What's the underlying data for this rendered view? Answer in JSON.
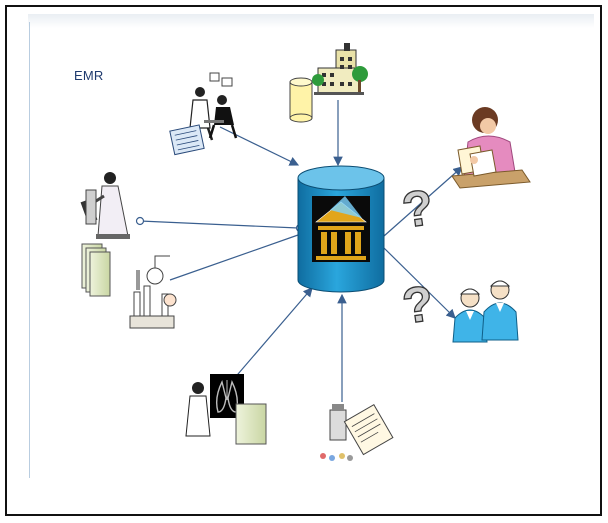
{
  "slide": {
    "title": "EMR"
  },
  "diagram": {
    "hub": {
      "icon": "database-institution-icon"
    },
    "nodes": [
      {
        "id": "clinic-consultation",
        "icon": "doctor-patient-icon"
      },
      {
        "id": "hospital-building",
        "icon": "hospital-building-icon"
      },
      {
        "id": "patient-at-desk",
        "icon": "person-reading-documents-icon",
        "unknown_marker": "?"
      },
      {
        "id": "physicians",
        "icon": "two-doctors-icon",
        "unknown_marker": "?"
      },
      {
        "id": "lab-researcher",
        "icon": "scientist-microscope-icon"
      },
      {
        "id": "laboratory",
        "icon": "lab-glassware-icon"
      },
      {
        "id": "radiology",
        "icon": "lung-xray-icon"
      },
      {
        "id": "pharmacy",
        "icon": "medicine-prescription-icon"
      }
    ],
    "colors": {
      "hub": "#1e90c8",
      "arrows": "#3a5f8f",
      "question": "#cccccc"
    }
  }
}
